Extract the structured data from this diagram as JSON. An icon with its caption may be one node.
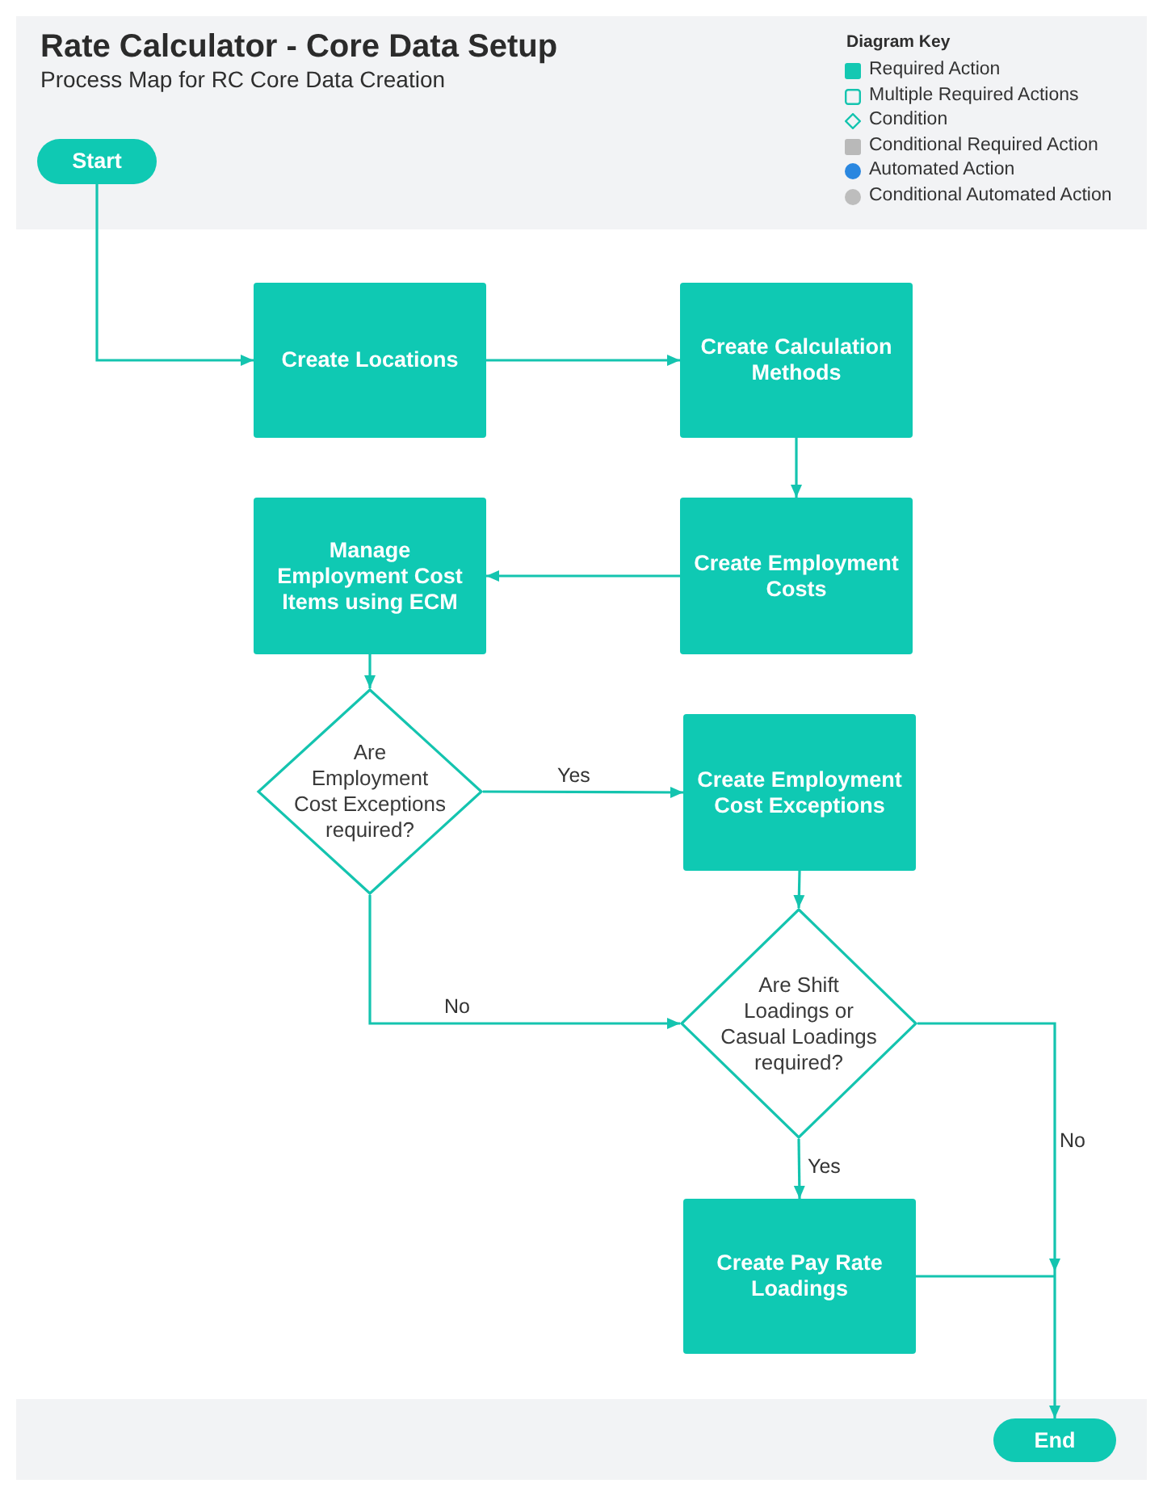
{
  "diagram": {
    "title": "Rate Calculator - Core Data Setup",
    "nodes": [
      {
        "text": [
          "Start"
        ]
      },
      {
        "text": [
          "Create Locations"
        ]
      },
      {
        "text": [
          "Create Calculation Methods"
        ]
      },
      {
        "text": [
          "Create Employment Costs"
        ]
      },
      {
        "text": [
          "Manage Employment Cost Items using ECM"
        ]
      },
      {
        "text": [
          "Are Employment Cost Exceptions required?"
        ]
      },
      {
        "text": [
          "Create Employment Cost Exceptions"
        ]
      },
      {
        "text": [
          "Are Shift Loadings or Casual Loadings required?"
        ]
      },
      {
        "text": [
          "Create Pay Rate Loadings"
        ]
      },
      {
        "text": [
          "End"
        ]
      }
    ],
    "edges": [
      {
        "from": 0,
        "to": 1,
        "arrow": "to"
      },
      {
        "from": 1,
        "to": 2,
        "arrow": "to"
      },
      {
        "from": 2,
        "to": 3,
        "arrow": "to"
      },
      {
        "from": 3,
        "to": 4,
        "arrow": "to"
      },
      {
        "from": 4,
        "to": 5,
        "arrow": "to"
      },
      {
        "from": 5,
        "to": 6,
        "arrow": "to",
        "label": "Yes"
      },
      {
        "from": 5,
        "to": 7,
        "arrow": "to",
        "label": "No"
      },
      {
        "from": 6,
        "to": 7,
        "arrow": "to"
      },
      {
        "from": 7,
        "to": 8,
        "arrow": "to",
        "label": "Yes"
      },
      {
        "from": 7,
        "to": 9,
        "arrow": "to",
        "label": "No"
      },
      {
        "from": 8,
        "to": 9,
        "arrow": "to"
      }
    ],
    "labels": [
      "Process Map for RC Core Data Creation",
      "Diagram Key"
    ],
    "legend": [
      {
        "text": "Required Action",
        "color": "#14c8b2"
      },
      {
        "text": "Multiple Required Actions"
      },
      {
        "text": "Condition"
      },
      {
        "text": "Conditional Required Action",
        "color": "#b9b9b9"
      },
      {
        "text": "Automated Action",
        "color": "#2a87e0"
      },
      {
        "text": "Conditional Automated Action",
        "color": "#bdbdbd"
      }
    ]
  }
}
